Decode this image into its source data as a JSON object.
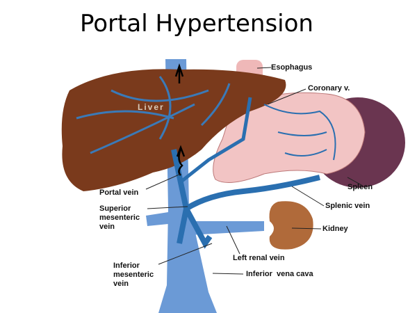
{
  "slide": {
    "title": "Portal Hypertension"
  },
  "diagram": {
    "labels": {
      "esophagus": "Esophagus",
      "coronary": "Coronary v.",
      "liver": "Liver",
      "spleen": "Spleen",
      "splenic_vein": "Splenic vein",
      "kidney": "Kidney",
      "portal_vein": "Portal vein",
      "superior_mesenteric": [
        "Superior",
        "mesenteric",
        "vein"
      ],
      "inferior_mesenteric": [
        "Inferior",
        "mesenteric",
        "vein"
      ],
      "left_renal_vein": "Left renal vein",
      "ivc": "Inferior  vena cava"
    },
    "colors": {
      "vein": "#6b9ad6",
      "portal": "#2a6fb0",
      "liver": "#7a3a1c",
      "stomach": "#f2c4c4",
      "spleen": "#6a3550",
      "kidney": "#b06a3a"
    }
  }
}
